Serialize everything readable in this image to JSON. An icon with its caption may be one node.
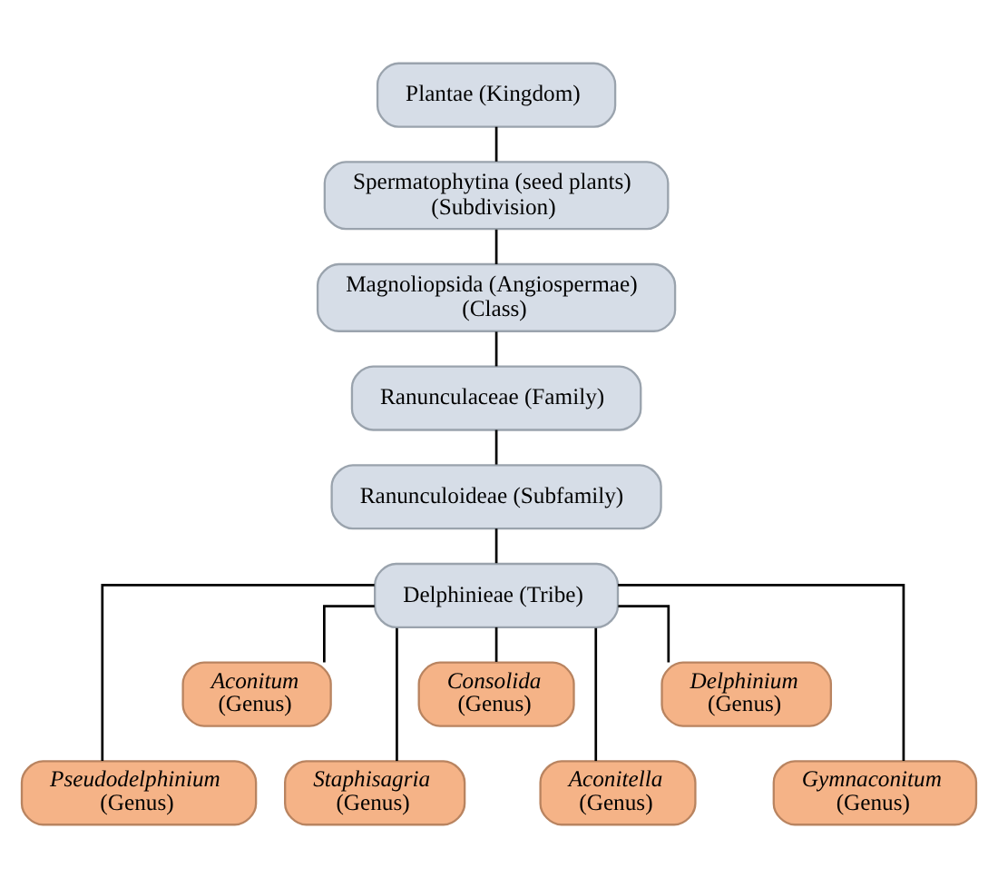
{
  "diagram": {
    "nodes": [
      {
        "text": [
          "Plantae (Kingdom)"
        ]
      },
      {
        "text": [
          "Spermatophytina (seed plants) (Subdivision)"
        ]
      },
      {
        "text": [
          "Magnoliopsida (Angiospermae) (Class)"
        ]
      },
      {
        "text": [
          "Ranunculaceae (Family)"
        ]
      },
      {
        "text": [
          "Ranunculoideae (Subfamily)"
        ]
      },
      {
        "text": [
          "Delphinieae (Tribe)"
        ]
      },
      {
        "text": [
          "Aconitum",
          "(Genus)"
        ]
      },
      {
        "text": [
          "Consolida",
          "(Genus)"
        ]
      },
      {
        "text": [
          "Delphinium",
          "(Genus)"
        ]
      },
      {
        "text": [
          "Pseudodelphinium",
          "(Genus)"
        ]
      },
      {
        "text": [
          "Staphisagria",
          "(Genus)"
        ]
      },
      {
        "text": [
          "Aconitella",
          "(Genus)"
        ]
      },
      {
        "text": [
          "Gymnaconitum",
          "(Genus)"
        ]
      }
    ],
    "edges": [
      {
        "from": 0,
        "to": 1,
        "arrow": "none"
      },
      {
        "from": 1,
        "to": 2,
        "arrow": "none"
      },
      {
        "from": 2,
        "to": 3,
        "arrow": "none"
      },
      {
        "from": 3,
        "to": 4,
        "arrow": "none"
      },
      {
        "from": 4,
        "to": 5,
        "arrow": "none"
      },
      {
        "from": 5,
        "to": 9,
        "arrow": "none"
      },
      {
        "from": 5,
        "to": 6,
        "arrow": "none"
      },
      {
        "from": 5,
        "to": 10,
        "arrow": "none"
      },
      {
        "from": 5,
        "to": 7,
        "arrow": "none"
      },
      {
        "from": 5,
        "to": 11,
        "arrow": "none"
      },
      {
        "from": 5,
        "to": 8,
        "arrow": "none"
      },
      {
        "from": 5,
        "to": 12,
        "arrow": "none"
      }
    ]
  }
}
